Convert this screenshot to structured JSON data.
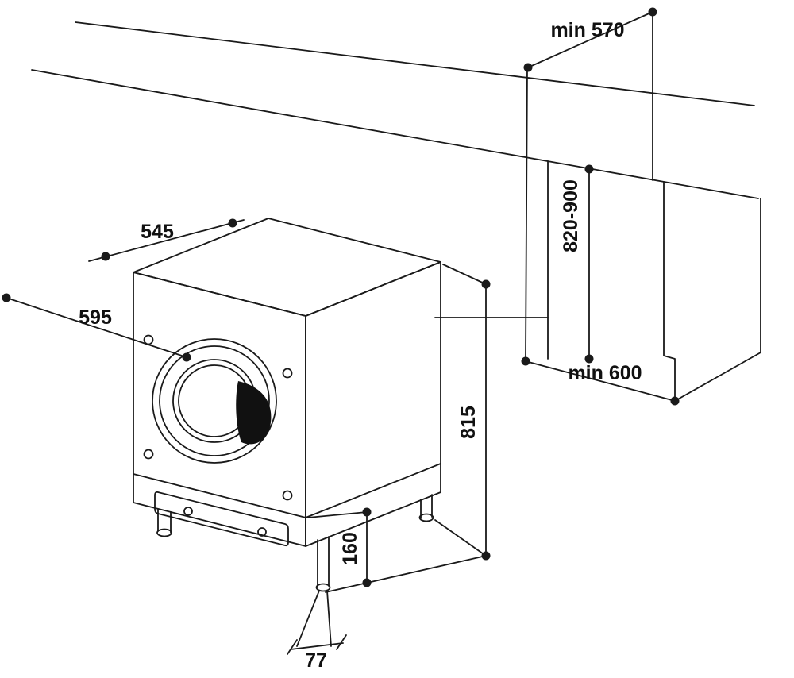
{
  "diagram": {
    "title": "built-in washing machine installation dimensions",
    "dimensions": {
      "niche_depth_top": "min 570",
      "niche_height": "820-900",
      "machine_depth": "545",
      "machine_width": "595",
      "machine_height": "815",
      "plinth_height": "160",
      "foot_adjust": "77",
      "niche_depth_floor": "min 600"
    },
    "colors": {
      "line": "#1a1a1a",
      "background": "#ffffff",
      "handle_fill": "#111111"
    }
  }
}
